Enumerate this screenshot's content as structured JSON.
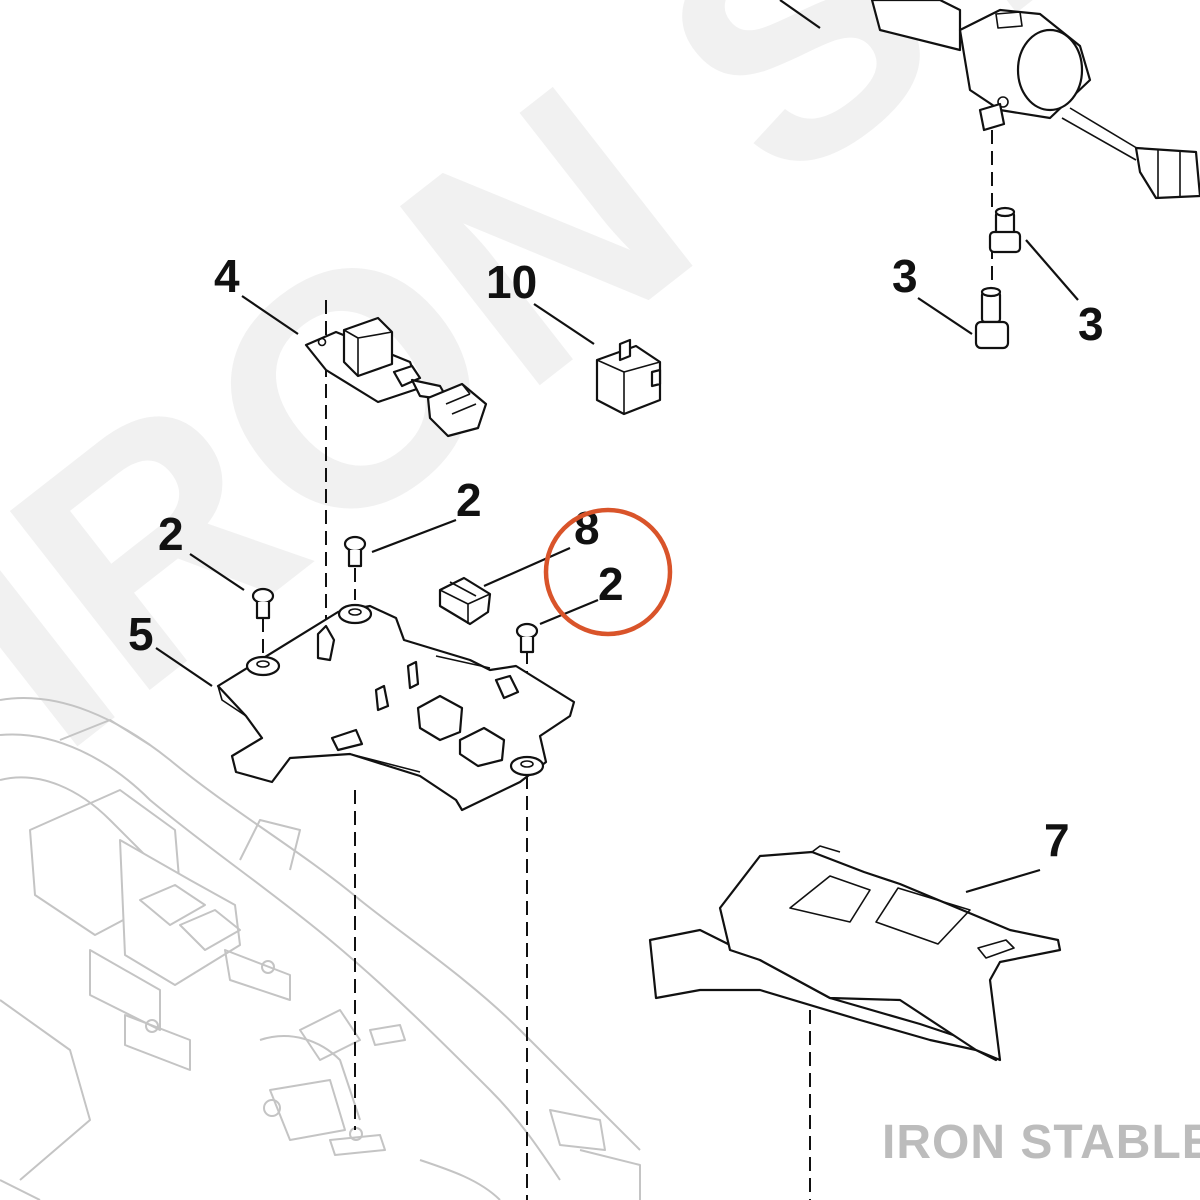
{
  "diagram": {
    "callouts": {
      "part_4": "4",
      "part_10": "10",
      "part_3_left": "3",
      "part_3_right": "3",
      "part_2_top_mid": "2",
      "part_2_left": "2",
      "part_2_circled": "2",
      "part_8": "8",
      "part_5": "5",
      "part_7": "7"
    },
    "highlight": {
      "target": "part_2_circled",
      "color": "#d9542a"
    },
    "watermark": {
      "text": "IRON STABLE"
    },
    "background_watermark": {
      "text": "IRON STABLE"
    }
  }
}
